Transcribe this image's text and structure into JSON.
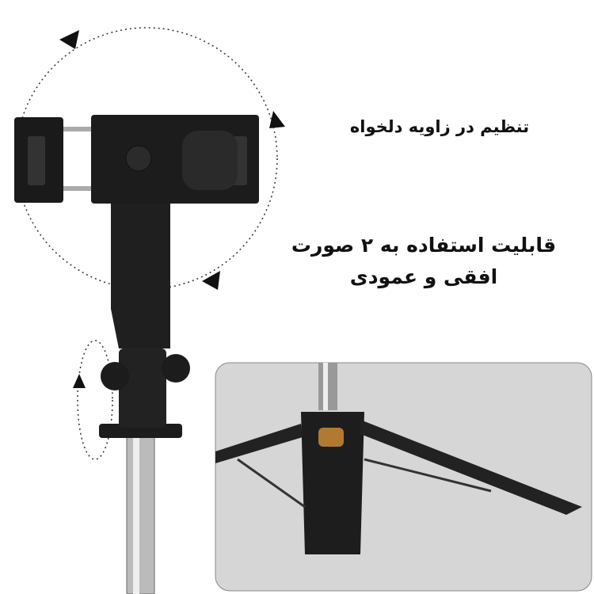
{
  "captions": {
    "angle_adjust": "تنظیم در زاویه دلخواه",
    "orientation_line1": "قابلیت استفاده به ۲ صورت",
    "orientation_line2": "افقی و عمودی"
  },
  "colors": {
    "body": "#1c1c1c",
    "inset_bg": "#d6d6d6",
    "text": "#111111"
  }
}
